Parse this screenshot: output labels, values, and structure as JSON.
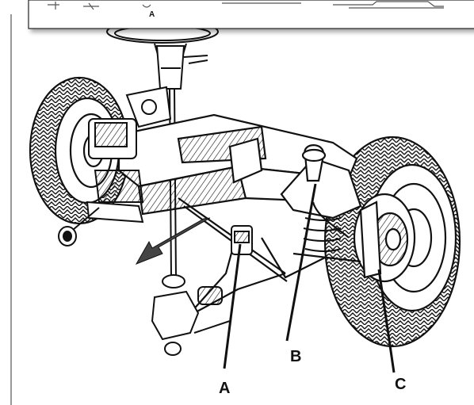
{
  "top_panel": {
    "label": "A"
  },
  "callouts": [
    {
      "id": "A",
      "text": "A"
    },
    {
      "id": "B",
      "text": "B"
    },
    {
      "id": "C",
      "text": "C"
    }
  ],
  "colors": {
    "ink": "#111111",
    "paper": "#ffffff",
    "panel_shadow": "#9a9a9a"
  },
  "icons": [
    "direction-arrow-icon"
  ]
}
